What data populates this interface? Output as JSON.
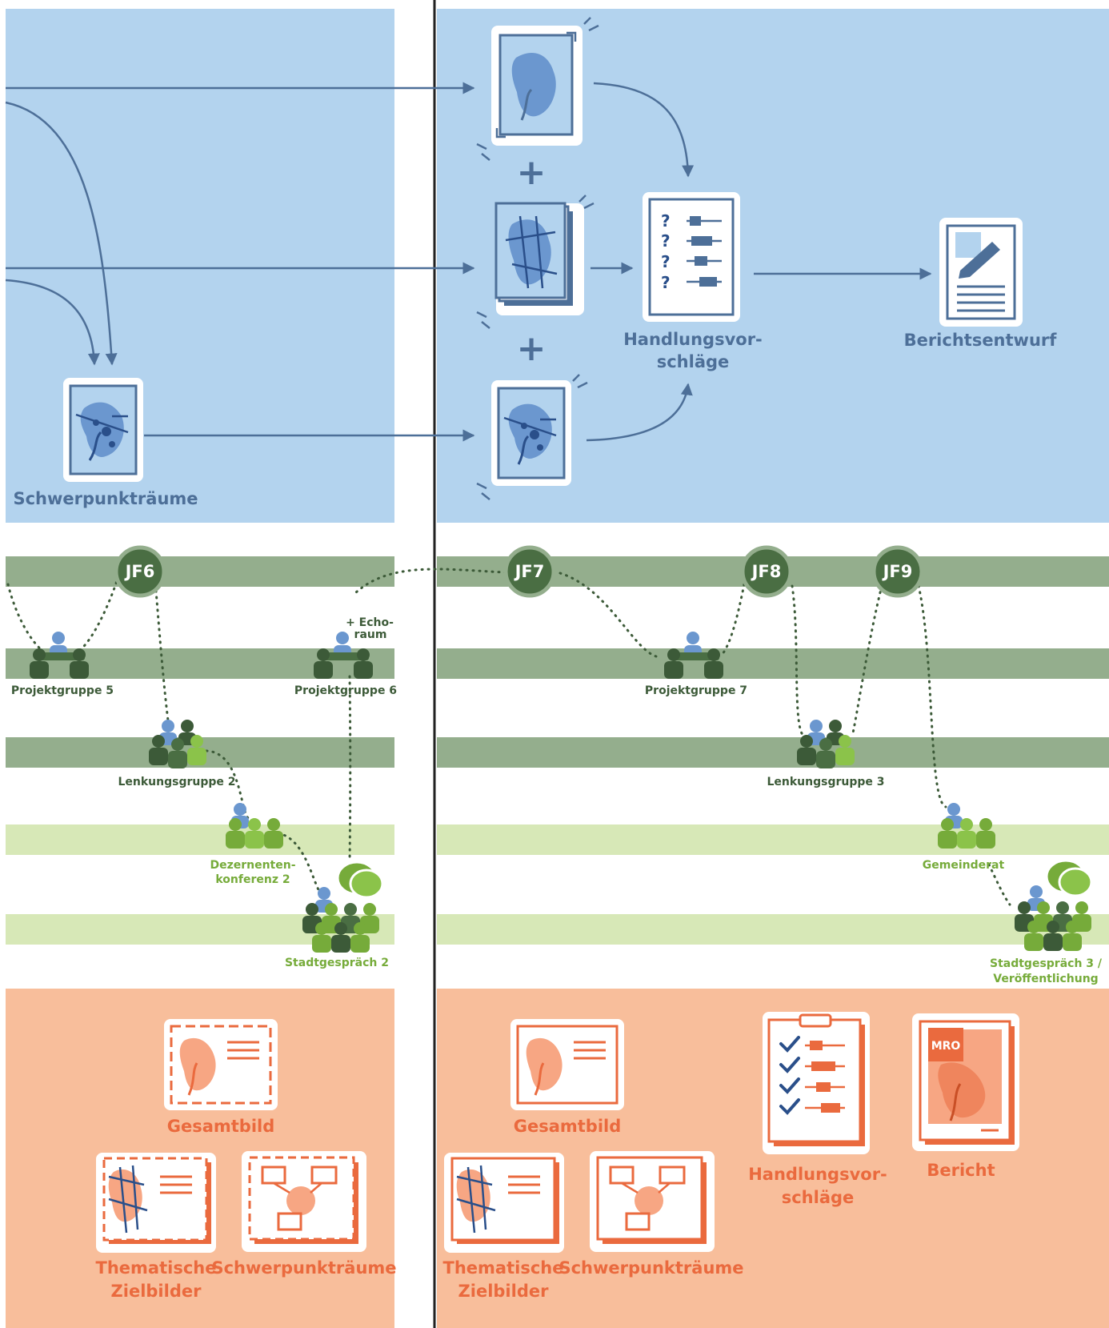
{
  "top": {
    "schwerpunktraeume": "Schwerpunkträume",
    "handlungsvorschlaege_l1": "Handlungsvor-",
    "handlungsvorschlaege_l2": "schläge",
    "berichtsentwurf": "Berichtsentwurf",
    "plus": "+",
    "question_mark": "?"
  },
  "milestones": [
    "JF6",
    "JF7",
    "JF8",
    "JF9"
  ],
  "meetings": {
    "projektgruppe5": "Projektgruppe 5",
    "projektgruppe6": "Projektgruppe 6",
    "projektgruppe7": "Projektgruppe 7",
    "echo_l1": "+ Echo-",
    "echo_l2": "raum",
    "lenkungsgruppe2": "Lenkungsgruppe 2",
    "lenkungsgruppe3": "Lenkungsgruppe 3",
    "dezernenten_l1": "Dezernenten-",
    "dezernenten_l2": "konferenz 2",
    "gemeinderat": "Gemeinderat",
    "stadtgespraech2": "Stadtgespräch 2",
    "stadtgespraech3_l1": "Stadtgespräch 3 /",
    "stadtgespraech3_l2": "Veröffentlichung"
  },
  "outputs": {
    "gesamtbild": "Gesamtbild",
    "thematische_l1": "Thematische",
    "thematische_l2": "Zielbilder",
    "schwerpunktraeume": "Schwerpunkträume",
    "handlungsvorschlaege_l1": "Handlungsvor-",
    "handlungsvorschlaege_l2": "schläge",
    "bericht": "Bericht",
    "mro": "MRO"
  },
  "colors": {
    "blue_bg": "#b3d3ee",
    "blue_dark": "#4d6f98",
    "blue_icon": "#6b97cf",
    "green_dark": "#94ae8d",
    "green_light": "#d7e8b7",
    "green_node": "#4a6e43",
    "orange_bg": "#f8be9b",
    "orange": "#ea6a3e",
    "orange_light": "#f7a683"
  }
}
